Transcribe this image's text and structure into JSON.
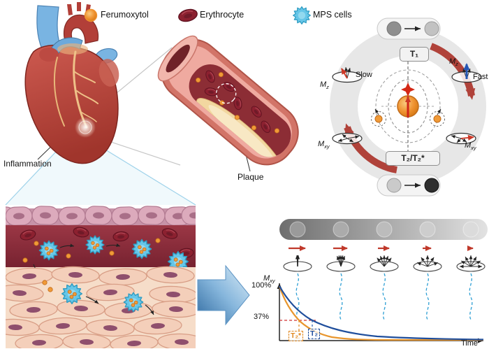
{
  "legend": {
    "items": [
      {
        "label": "Ferumoxytol"
      },
      {
        "label": "Erythrocyte"
      },
      {
        "label": "MPS cells"
      }
    ]
  },
  "anatomy": {
    "inflammation": "Inflammation",
    "plaque": "Plaque"
  },
  "mri": {
    "t1": "T₁",
    "t2": "T₂/T₂*",
    "m_base": "M",
    "z_sub": "z",
    "xy_sub": "xy",
    "slow": "Slow",
    "fast": "Fast"
  },
  "graph": {
    "m_base": "M",
    "xy_sub": "xy",
    "y100": "100%",
    "y37": "37%",
    "t2star": "T₂*",
    "t2": "T₂",
    "time": "Time",
    "curves": [
      {
        "name": "T₂",
        "color": "#1F4E9C"
      },
      {
        "name": "T₂*",
        "color": "#E8962E"
      }
    ]
  },
  "colors": {
    "ferumoxytol": "#EF9230",
    "erythrocyte": "#8C2130",
    "mps_cell": "#66C6E8",
    "t2_curve": "#1F4E9C",
    "t2star_curve": "#E8962E",
    "red_arrow": "#B0423A",
    "process_arrow_blue": "#3A77B5"
  }
}
